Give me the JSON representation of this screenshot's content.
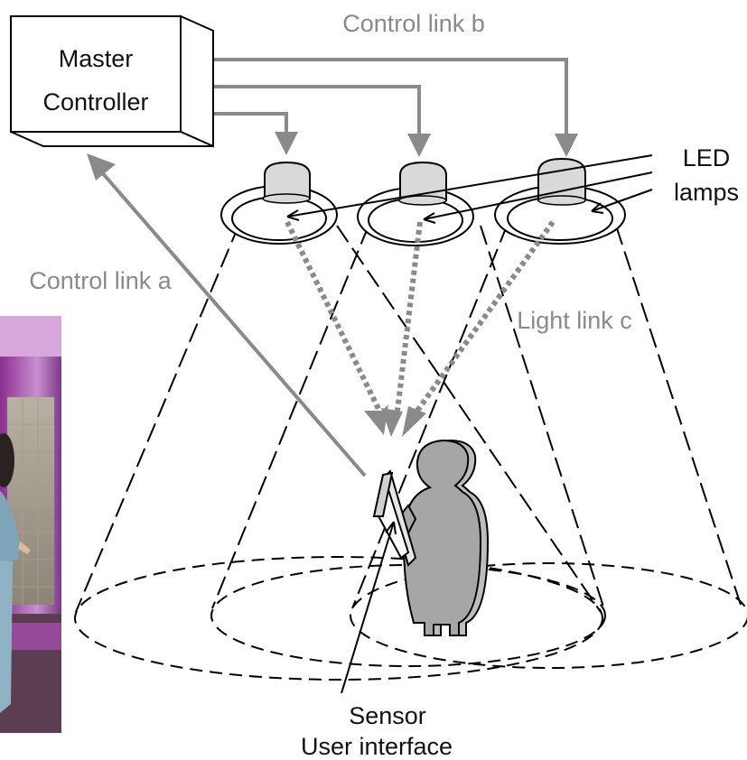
{
  "controller": {
    "line1": "Master",
    "line2": "Controller"
  },
  "labels": {
    "control_link_a": "Control link a",
    "control_link_b": "Control link b",
    "light_link_c": "Light link c",
    "led_line1": "LED",
    "led_line2": "lamps",
    "sensor": "Sensor",
    "user_interface": "User interface"
  },
  "colors": {
    "link": "#8a8a8a",
    "lamp_fill": "#d9d9d9",
    "person_fill": "#a6a6a6",
    "stroke": "#000000"
  }
}
